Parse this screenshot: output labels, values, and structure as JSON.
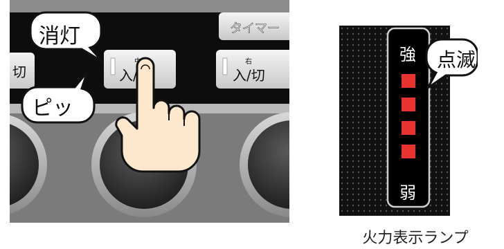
{
  "control_panel": {
    "timer_label": "タイマー",
    "left_button_label": "切",
    "center_button": {
      "top_label": "中央",
      "main_label": "入/切"
    },
    "right_button": {
      "top_label": "右",
      "main_label": "入/切"
    },
    "left_button_partial_label": "切",
    "bubble_off_text": "消灯",
    "bubble_beep_text": "ピッ",
    "hand_icon": "pointing-hand-icon"
  },
  "heat_lamp": {
    "top_label": "強",
    "bottom_label": "弱",
    "bubble_text": "点滅",
    "indicator_count": 4,
    "indicator_color": "#e8332e",
    "caption": "火力表示ランプ"
  },
  "colors": {
    "panel_black": "#0d0d0d",
    "panel_gray": "#7b7b7b",
    "bubble_fill": "#ffffff",
    "bubble_stroke": "#111111",
    "hand_fill": "#fde7cd"
  }
}
